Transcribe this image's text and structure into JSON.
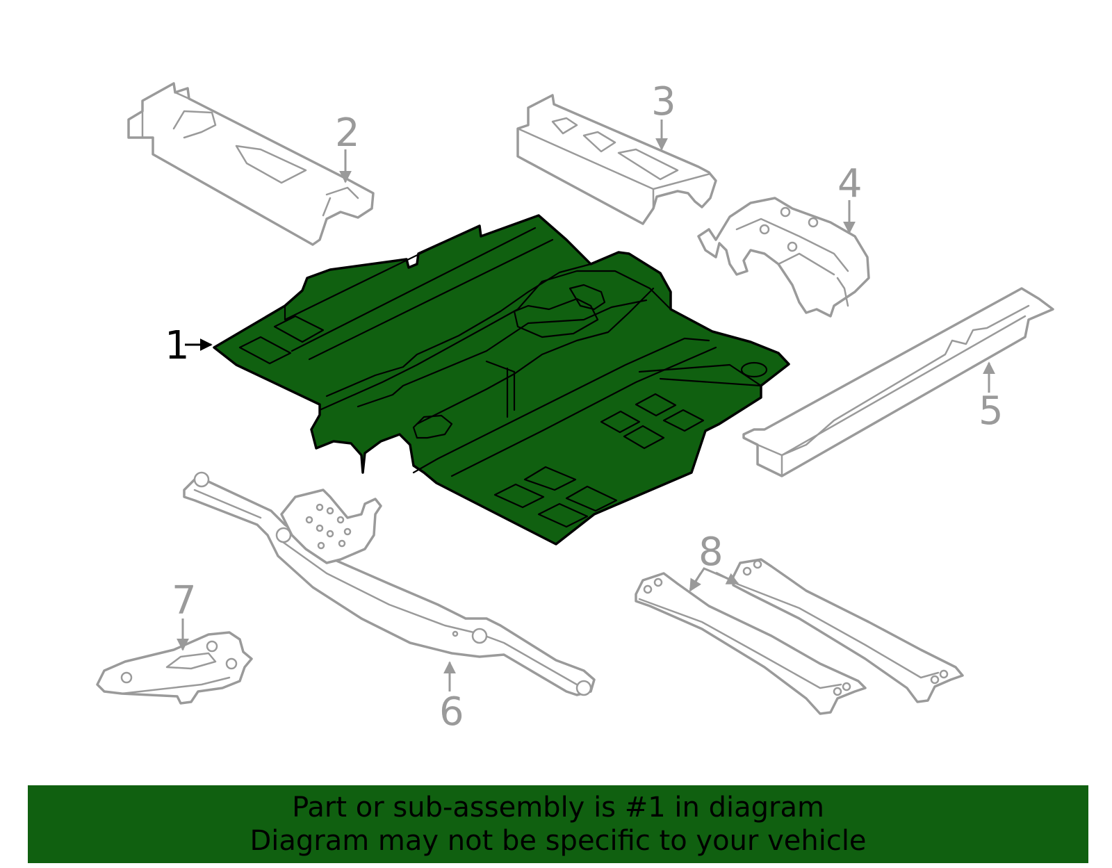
{
  "diagram": {
    "callouts": [
      "1",
      "2",
      "3",
      "4",
      "5",
      "6",
      "7",
      "8"
    ],
    "highlight_callout": "1",
    "colors": {
      "highlight": "#106010",
      "outline": "#9a9a9a",
      "banner": "#106010"
    }
  },
  "banner": {
    "line1": "Part or sub-assembly is #1 in diagram",
    "line2": "Diagram may not be specific to your vehicle"
  }
}
